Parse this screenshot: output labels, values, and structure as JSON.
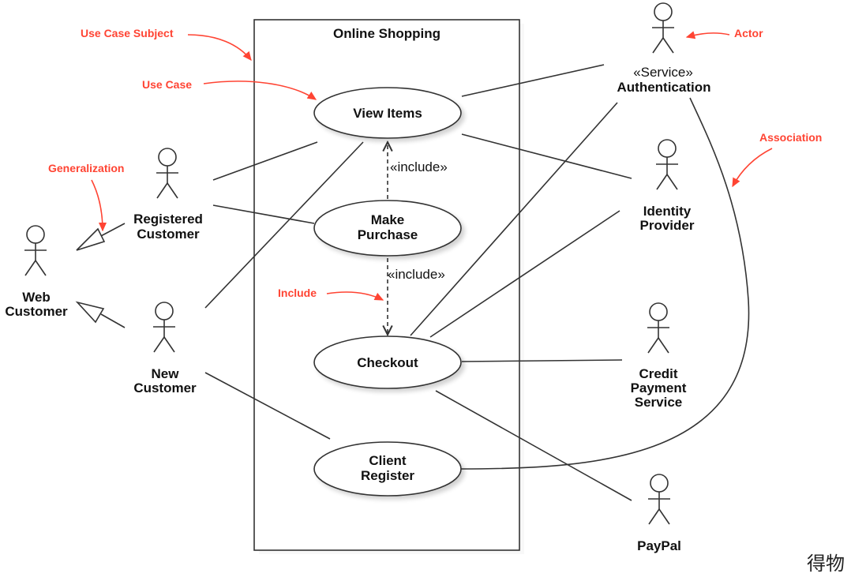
{
  "system": {
    "title": "Online Shopping"
  },
  "use_cases": {
    "view_items": [
      "View Items"
    ],
    "make_purchase": [
      "Make",
      "Purchase"
    ],
    "checkout": [
      "Checkout"
    ],
    "client_register": [
      "Client",
      "Register"
    ]
  },
  "actors": {
    "registered_customer": [
      "Registered",
      "Customer"
    ],
    "new_customer": [
      "New",
      "Customer"
    ],
    "web_customer": [
      "Web",
      "Customer"
    ],
    "authentication": {
      "stereotype": "«Service»",
      "name": "Authentication"
    },
    "identity_provider": [
      "Identity",
      "Provider"
    ],
    "credit_payment_service": [
      "Credit",
      "Payment",
      "Service"
    ],
    "paypal": [
      "PayPal"
    ]
  },
  "include_labels": {
    "view_items_include": "«include»",
    "checkout_include": "«include»"
  },
  "annotations": {
    "use_case_subject": "Use Case Subject",
    "use_case": "Use Case",
    "generalization": "Generalization",
    "include": "Include",
    "actor": "Actor",
    "association": "Association"
  },
  "colors": {
    "annotation": "#ff4433",
    "line": "#333333"
  },
  "watermark": "得物"
}
